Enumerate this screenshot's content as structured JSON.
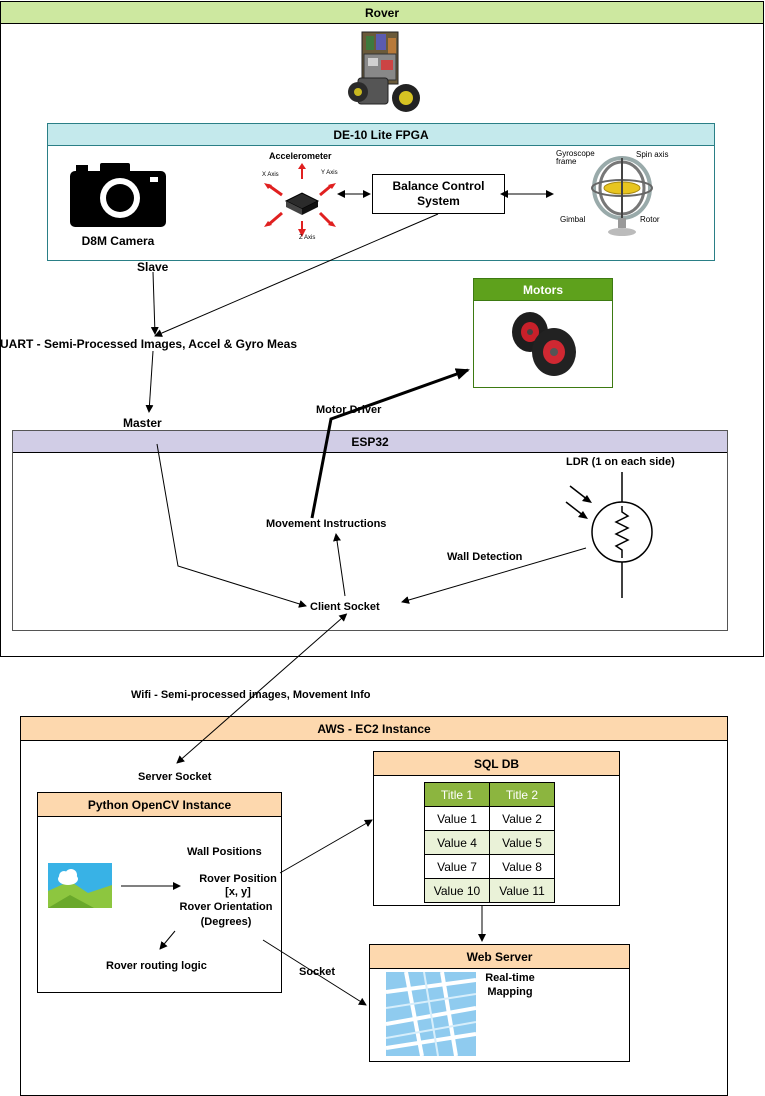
{
  "rover": {
    "title": "Rover",
    "fpga": {
      "title": "DE-10 Lite FPGA",
      "camera_label": "D8M Camera",
      "accelerometer_label": "Accelerometer",
      "axis_x": "X Axis",
      "axis_y": "Y Axis",
      "axis_z": "Z Axis",
      "balance_label": "Balance Control System",
      "gyro_frame": "Gyroscope frame",
      "gyro_spin": "Spin axis",
      "gyro_gimbal": "Gimbal",
      "gyro_rotor": "Rotor"
    },
    "slave_label": "Slave",
    "uart_label": "UART - Semi-Processed Images, Accel & Gyro Meas",
    "master_label": "Master",
    "motors": {
      "title": "Motors"
    },
    "motor_driver_label": "Motor Driver",
    "esp32": {
      "title": "ESP32",
      "ldr_label": "LDR (1 on each side)",
      "movement_label": "Movement Instructions",
      "wall_detection_label": "Wall Detection",
      "client_socket_label": "Client Socket"
    }
  },
  "wifi_label": "Wifi - Semi-processed images, Movement Info",
  "aws": {
    "title": "AWS - EC2 Instance",
    "server_socket_label": "Server Socket",
    "python": {
      "title": "Python OpenCV Instance",
      "wall_positions": "Wall Positions",
      "rover_position": "Rover Position",
      "rover_position_unit": "[x, y]",
      "rover_orientation": "Rover Orientation",
      "rover_orientation_unit": "(Degrees)",
      "routing_logic": "Rover routing logic"
    },
    "sql": {
      "title": "SQL DB",
      "headers": [
        "Title 1",
        "Title 2"
      ],
      "rows": [
        [
          "Value 1",
          "Value 2"
        ],
        [
          "Value 4",
          "Value 5"
        ],
        [
          "Value 7",
          "Value 8"
        ],
        [
          "Value 10",
          "Value 11"
        ]
      ]
    },
    "socket_label": "Socket",
    "web": {
      "title": "Web Server",
      "mapping_label": "Real-time Mapping"
    }
  },
  "colors": {
    "rover_header": "#cde8a0",
    "fpga_header": "#c4e9ec",
    "motors_header": "#5ea11c",
    "esp32_header": "#d1cde6",
    "aws_header": "#fdd8ae",
    "sql_header": "#8cb53f",
    "sql_alt_row": "#eaf2d8"
  }
}
